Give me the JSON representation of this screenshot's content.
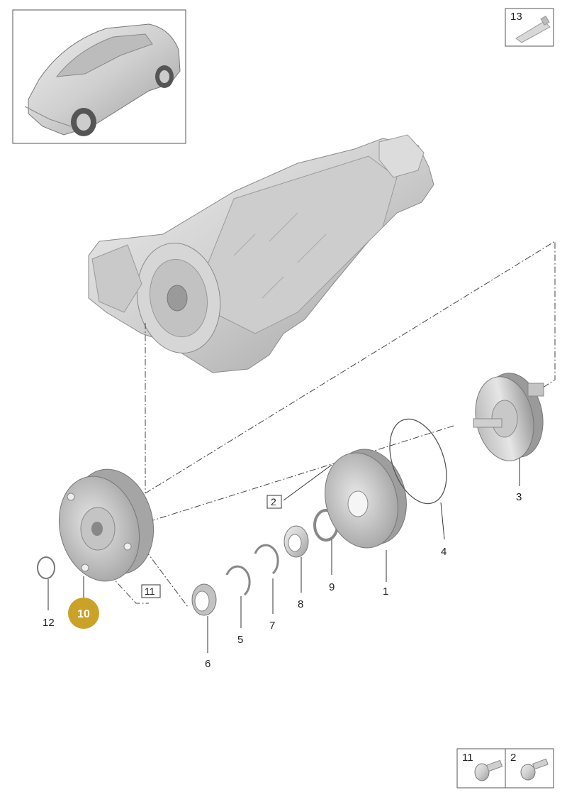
{
  "callouts": {
    "c1": "1",
    "c2": "2",
    "c3": "3",
    "c4": "4",
    "c5": "5",
    "c6": "6",
    "c7": "7",
    "c8": "8",
    "c9": "9",
    "c10": "10",
    "c11": "11",
    "c12": "12",
    "c13": "13"
  },
  "legend_box_13": {
    "number": "13",
    "icon": "sealant-tube-icon"
  },
  "legend_box_bolts": [
    {
      "number": "11",
      "icon": "flange-bolt-icon"
    },
    {
      "number": "2",
      "icon": "bolt-icon"
    }
  ],
  "highlight": {
    "label": "10",
    "color": "#c9a227"
  },
  "colors": {
    "part_fill": "#d4d4d4",
    "part_shadow": "#a9a9a9",
    "line": "#333333"
  }
}
